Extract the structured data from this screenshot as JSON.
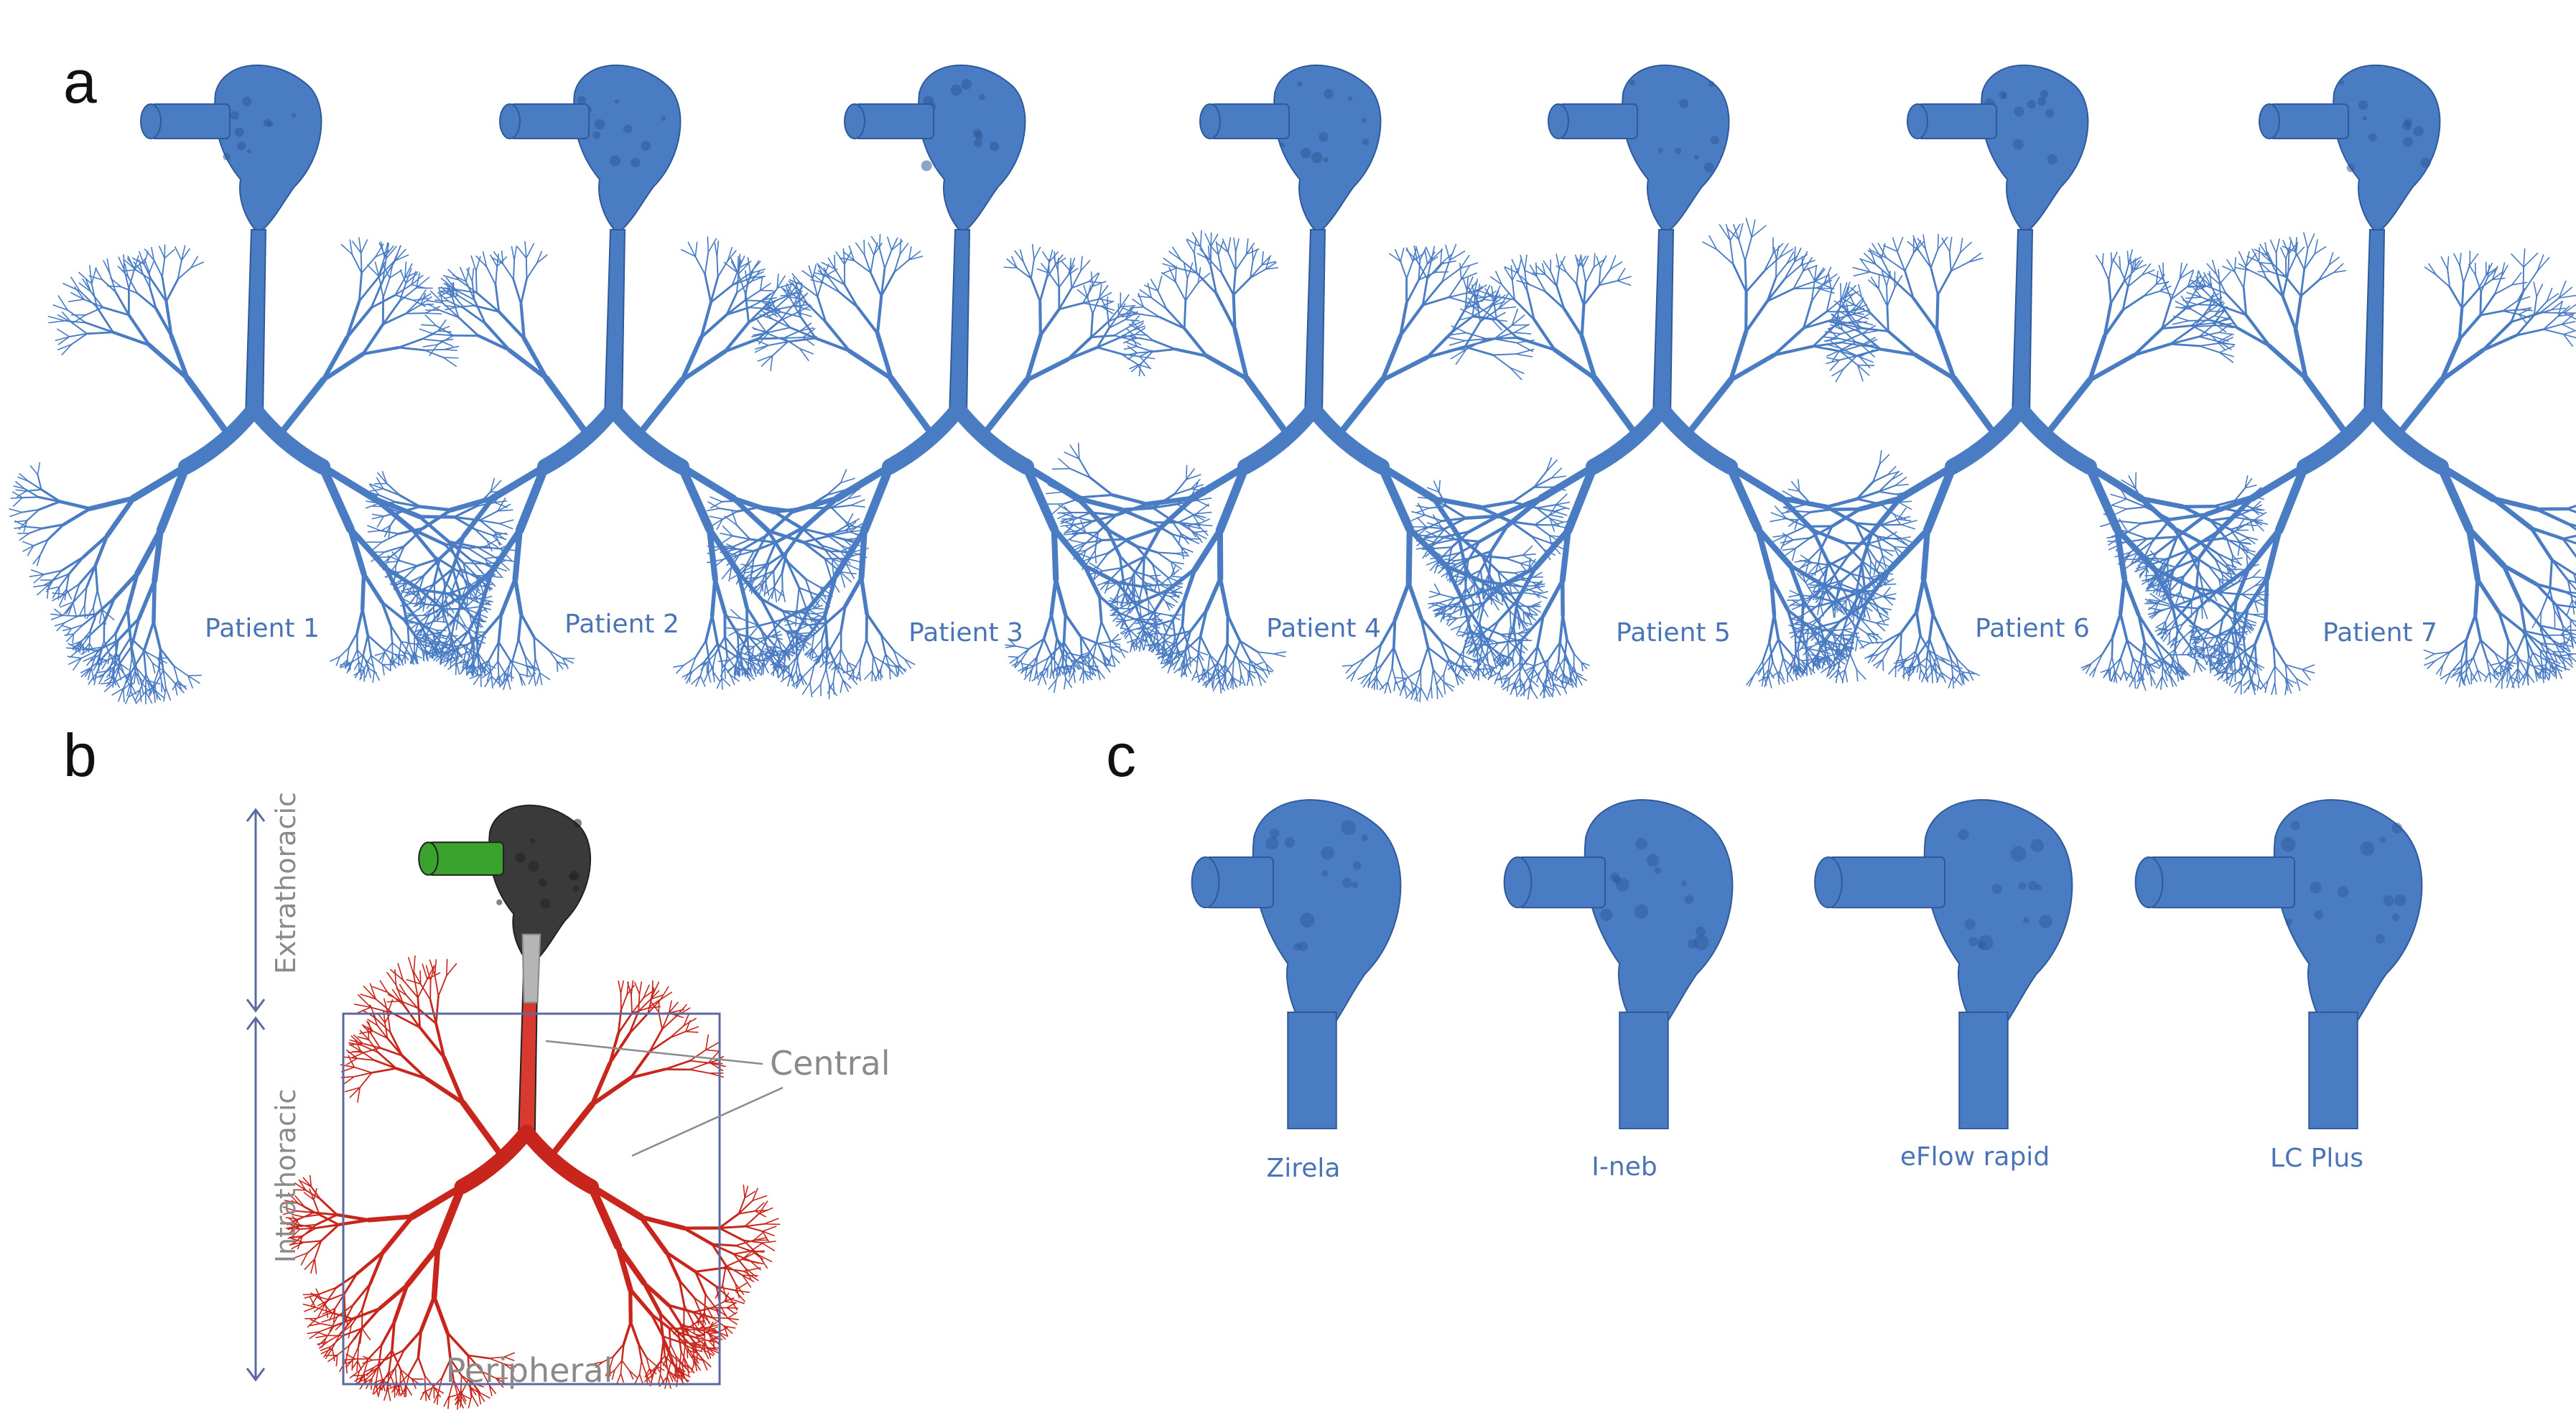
{
  "panels": {
    "a": {
      "letter": "a",
      "patients": [
        "Patient 1",
        "Patient 2",
        "Patient 3",
        "Patient 4",
        "Patient 5",
        "Patient 6",
        "Patient 7"
      ]
    },
    "b": {
      "letter": "b",
      "regions": {
        "extrathoracic": "Extrathoracic",
        "intrathoracic": "Intrathoracic",
        "central": "Central",
        "peripheral": "Peripheral"
      }
    },
    "c": {
      "letter": "c",
      "devices": [
        "Zirela",
        "I-neb",
        "eFlow rapid",
        "LC Plus"
      ]
    }
  },
  "colors": {
    "airway": "#4a7cc4",
    "airway_dark": "#2f5a99",
    "extrathoracic_upper": "#3a3a3a",
    "extrathoracic_lower": "#b5b5b5",
    "mouthpiece": "#3aa32e",
    "central": "#d83a30",
    "peripheral": "#c8261c",
    "region_box": "#5a6aa0",
    "annotation": "#8a8a8a"
  }
}
